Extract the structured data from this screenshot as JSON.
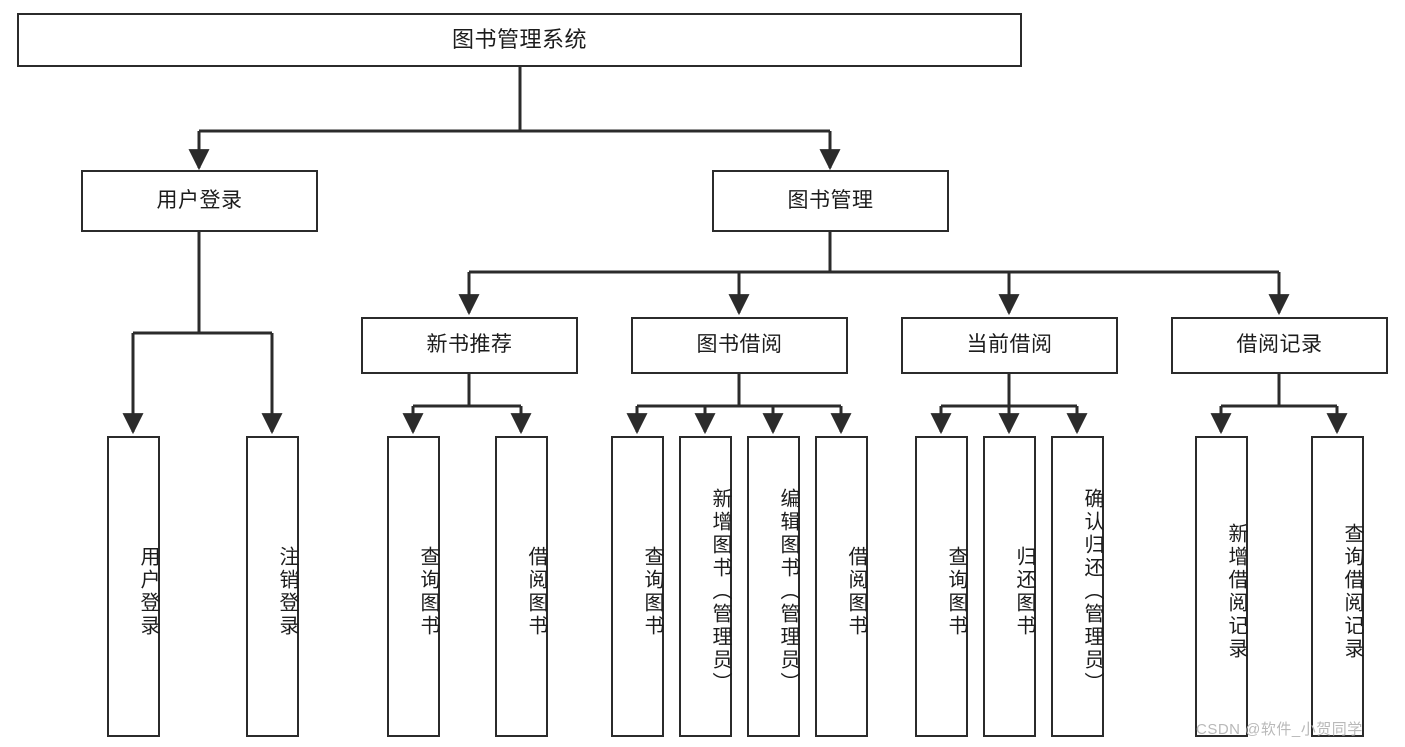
{
  "diagram": {
    "title": "图书管理系统",
    "type": "tree-hierarchy-chart",
    "background_color": "#ffffff",
    "border_color": "#2b2b2b",
    "text_color": "#1c1c1c",
    "nodes": {
      "root": {
        "label": "图书管理系统"
      },
      "level1": [
        {
          "id": "user-login",
          "label": "用户登录"
        },
        {
          "id": "book-management",
          "label": "图书管理"
        }
      ],
      "level2": [
        {
          "id": "new-book-recommend",
          "label": "新书推荐"
        },
        {
          "id": "book-borrow",
          "label": "图书借阅"
        },
        {
          "id": "current-borrow",
          "label": "当前借阅"
        },
        {
          "id": "borrow-record",
          "label": "借阅记录"
        }
      ],
      "leaves": [
        {
          "id": "leaf-user-login",
          "label": "用户登录",
          "parent": "user-login"
        },
        {
          "id": "leaf-logout-login",
          "label": "注销登录",
          "parent": "user-login"
        },
        {
          "id": "leaf-query-book-1",
          "label": "查询图书",
          "parent": "new-book-recommend"
        },
        {
          "id": "leaf-borrow-book-1",
          "label": "借阅图书",
          "parent": "new-book-recommend"
        },
        {
          "id": "leaf-query-book-2",
          "label": "查询图书",
          "parent": "book-borrow"
        },
        {
          "id": "leaf-add-book-admin",
          "label": "新增图书（管理员）",
          "parent": "book-borrow"
        },
        {
          "id": "leaf-edit-book-admin",
          "label": "编辑图书（管理员）",
          "parent": "book-borrow"
        },
        {
          "id": "leaf-borrow-book-2",
          "label": "借阅图书",
          "parent": "book-borrow"
        },
        {
          "id": "leaf-query-book-3",
          "label": "查询图书",
          "parent": "current-borrow"
        },
        {
          "id": "leaf-return-book",
          "label": "归还图书",
          "parent": "current-borrow"
        },
        {
          "id": "leaf-confirm-return-admin",
          "label": "确认归还（管理员）",
          "parent": "current-borrow"
        },
        {
          "id": "leaf-add-borrow-record",
          "label": "新增借阅记录",
          "parent": "borrow-record"
        },
        {
          "id": "leaf-query-borrow-record",
          "label": "查询借阅记录",
          "parent": "borrow-record"
        }
      ]
    },
    "watermark": "CSDN @软件_小贺同学"
  }
}
